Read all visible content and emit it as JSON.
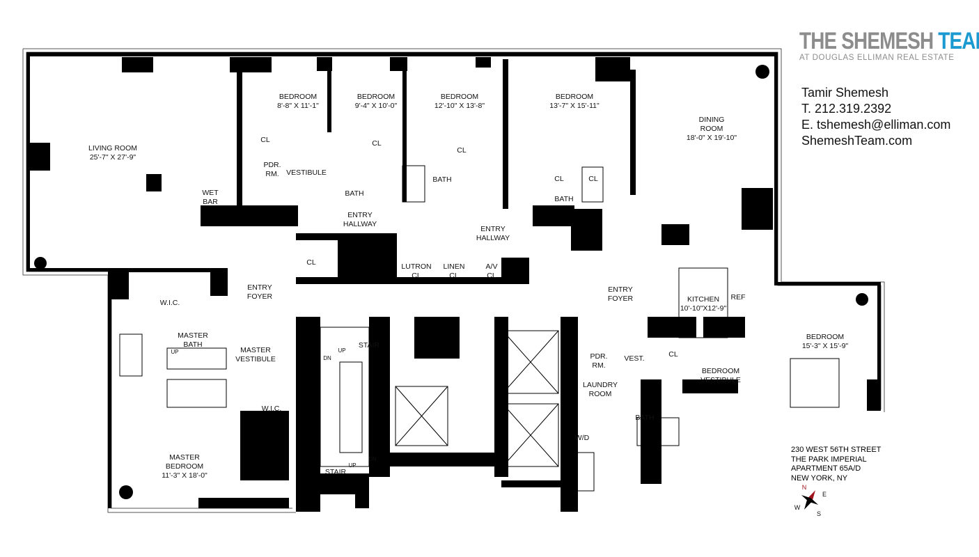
{
  "brand": {
    "name_gray": "THE SHEMESH ",
    "name_blue": "TEAM",
    "subtitle": "AT DOUGLAS ELLIMAN REAL ESTATE",
    "accent_color": "#1a9ad0",
    "gray_color": "#8c8c8c"
  },
  "contact": {
    "name": "Tamir Shemesh",
    "phone": "T. 212.319.2392",
    "email": "E. tshemesh@elliman.com",
    "website": "ShemeshTeam.com"
  },
  "address": {
    "line1": "230 WEST 56TH STREET",
    "line2": "THE PARK IMPERIAL",
    "line3": "APARTMENT 65A/D",
    "line4": "NEW YORK, NY"
  },
  "compass": {
    "n": "N",
    "e": "E",
    "s": "S",
    "w": "W",
    "needle_color": "#a0141e"
  },
  "rooms": {
    "living": {
      "name": "LIVING ROOM",
      "size": "25'-7\" X 27'-9\""
    },
    "bed1": {
      "name": "BEDROOM",
      "size": "8'-8\" X 11'-1\""
    },
    "bed2": {
      "name": "BEDROOM",
      "size": "9'-4\" X 10'-0\""
    },
    "bed3": {
      "name": "BEDROOM",
      "size": "12'-10\" X 13'-8\""
    },
    "bed4": {
      "name": "BEDROOM",
      "size": "13'-7\" X 15'-11\""
    },
    "dining": {
      "name1": "DINING",
      "name2": "ROOM",
      "size": "18'-0\" X 19'-10\""
    },
    "kitchen": {
      "name": "KITCHEN",
      "size": "10'-10\"X12'-9\"",
      "ref": "REF"
    },
    "bed5": {
      "name": "BEDROOM",
      "size": "15'-3\" X 15'-9\""
    },
    "master": {
      "name1": "MASTER",
      "name2": "BEDROOM",
      "size": "11'-3\" X 18'-0\""
    },
    "wet_bar": {
      "l1": "WET",
      "l2": "BAR"
    },
    "pdr1": {
      "l1": "PDR.",
      "l2": "RM."
    },
    "pdr2": {
      "l1": "PDR.",
      "l2": "RM."
    },
    "vestibule": "VESTIBULE",
    "vest": "VEST.",
    "bath": "BATH",
    "cl": "CL",
    "entry_hallway": {
      "l1": "ENTRY",
      "l2": "HALLWAY"
    },
    "entry_foyer": {
      "l1": "ENTRY",
      "l2": "FOYER"
    },
    "lutron": {
      "l1": "LUTRON",
      "l2": "CL"
    },
    "linen": {
      "l1": "LINEN",
      "l2": "CL"
    },
    "av": {
      "l1": "A/V",
      "l2": "CL"
    },
    "wic": "W.I.C.",
    "master_bath": {
      "l1": "MASTER",
      "l2": "BATH"
    },
    "master_vestibule": {
      "l1": "MASTER",
      "l2": "VESTIBULE"
    },
    "stair": "STAIR",
    "up": "UP",
    "dn": "DN",
    "laundry": {
      "l1": "LAUNDRY",
      "l2": "ROOM"
    },
    "wd": "W/D",
    "bedroom_vestibule": {
      "l1": "BEDROOM",
      "l2": "VESTIBULE"
    }
  }
}
